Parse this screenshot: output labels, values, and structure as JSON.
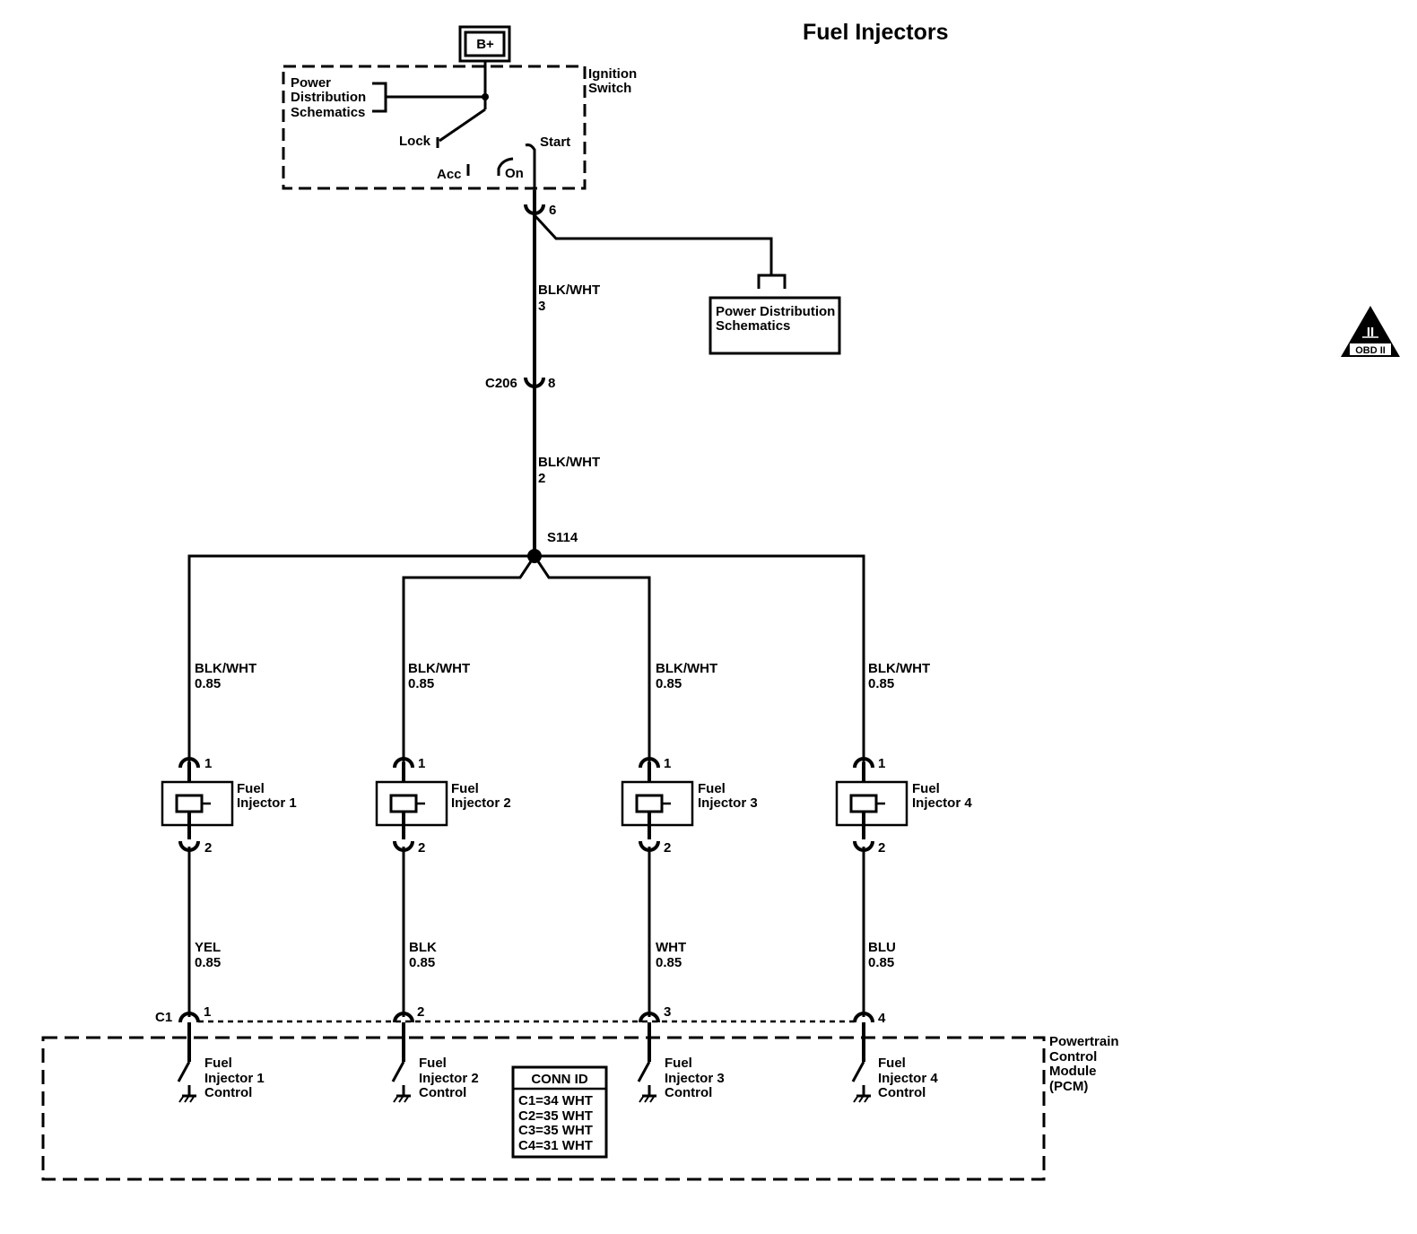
{
  "title": "Fuel Injectors",
  "badge": {
    "text": "OBD II",
    "numeral": "II"
  },
  "battery": "B+",
  "ignition_switch": {
    "name": [
      "Ignition",
      "Switch"
    ],
    "feed": [
      "Power",
      "Distribution",
      "Schematics"
    ],
    "positions": {
      "lock": "Lock",
      "acc": "Acc",
      "on": "On",
      "start": "Start"
    },
    "pin": "6"
  },
  "power_distribution_box": [
    "Power Distribution",
    "Schematics"
  ],
  "wire_segment_1": {
    "color": "BLK/WHT",
    "circuit": "3"
  },
  "connector_c208": {
    "name": "C206",
    "pin": "8"
  },
  "wire_segment_2": {
    "color": "BLK/WHT",
    "circuit": "2"
  },
  "splice": "S114",
  "injectors": [
    {
      "top_wire": "BLK/WHT",
      "top_size": "0.85",
      "pin_in": "1",
      "label": [
        "Fuel",
        "Injector 1"
      ],
      "pin_out": "2",
      "bottom_wire": "YEL",
      "bottom_size": "0.85",
      "pcm_pin": "1",
      "control": [
        "Fuel",
        "Injector 1",
        "Control"
      ]
    },
    {
      "top_wire": "BLK/WHT",
      "top_size": "0.85",
      "pin_in": "1",
      "label": [
        "Fuel",
        "Injector 2"
      ],
      "pin_out": "2",
      "bottom_wire": "BLK",
      "bottom_size": "0.85",
      "pcm_pin": "2",
      "control": [
        "Fuel",
        "Injector 2",
        "Control"
      ]
    },
    {
      "top_wire": "BLK/WHT",
      "top_size": "0.85",
      "pin_in": "1",
      "label": [
        "Fuel",
        "Injector 3"
      ],
      "pin_out": "2",
      "bottom_wire": "WHT",
      "bottom_size": "0.85",
      "pcm_pin": "3",
      "control": [
        "Fuel",
        "Injector 3",
        "Control"
      ]
    },
    {
      "top_wire": "BLK/WHT",
      "top_size": "0.85",
      "pin_in": "1",
      "label": [
        "Fuel",
        "Injector 4"
      ],
      "pin_out": "2",
      "bottom_wire": "BLU",
      "bottom_size": "0.85",
      "pcm_pin": "4",
      "control": [
        "Fuel",
        "Injector 4",
        "Control"
      ]
    }
  ],
  "pcm_connector": "C1",
  "pcm": [
    "Powertrain",
    "Control",
    "Module",
    "(PCM)"
  ],
  "conn_id": {
    "header": "CONN ID",
    "rows": [
      "C1=34 WHT",
      "C2=35 WHT",
      "C3=35 WHT",
      "C4=31 WHT"
    ]
  }
}
